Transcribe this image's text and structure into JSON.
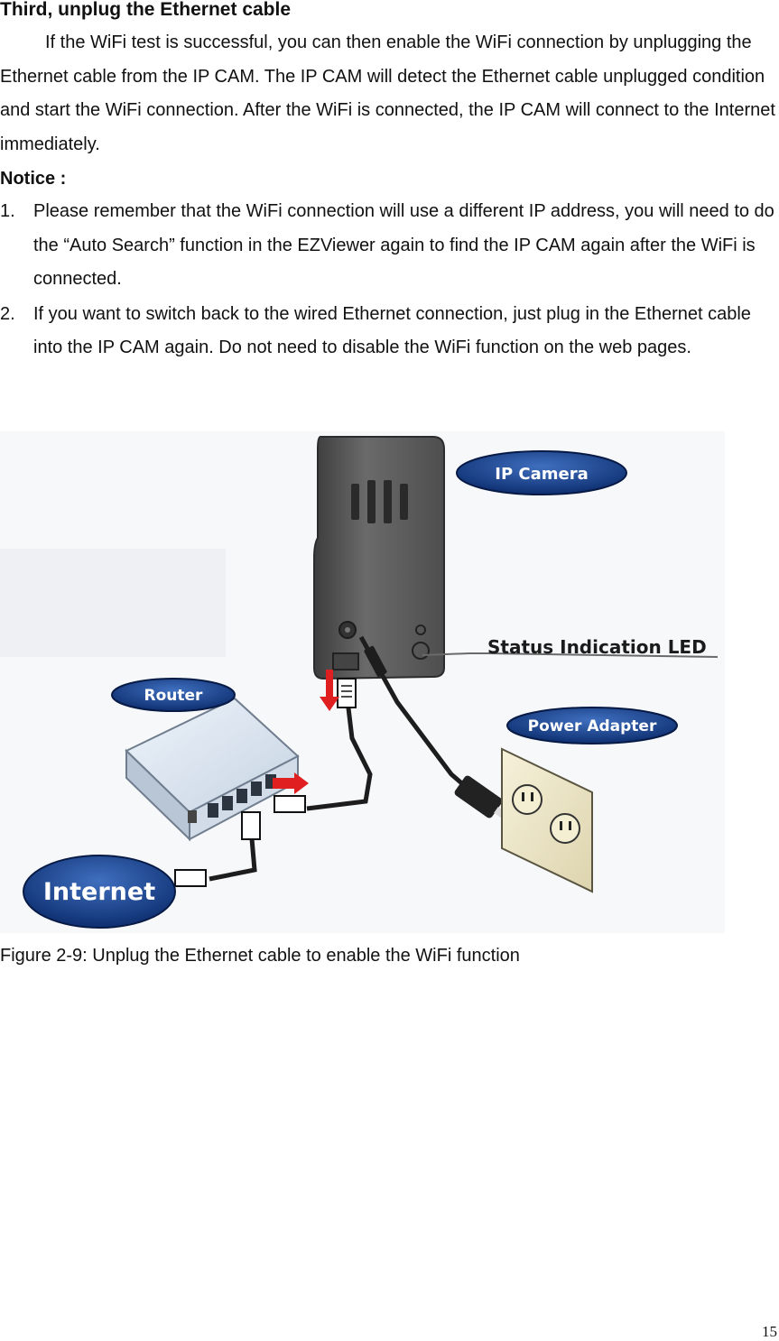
{
  "section_title": "Third, unplug the Ethernet cable",
  "intro_paragraph": "If the WiFi test is successful, you can then enable the WiFi connection by unplugging the Ethernet cable from the IP CAM. The IP CAM will detect the Ethernet cable unplugged condition and start the WiFi connection. After the WiFi is connected, the IP CAM will connect to the Internet immediately.",
  "notice_label": "Notice :",
  "notices": [
    {
      "number": "1.",
      "text": "Please remember that the WiFi connection will use a different IP address, you will need to do the “Auto Search” function in the EZViewer again to find the IP CAM again after the WiFi is connected."
    },
    {
      "number": "2.",
      "text": "If you want to switch back to the wired Ethernet connection, just plug in the Ethernet cable into the IP CAM again. Do not need to disable the WiFi function on the web pages."
    }
  ],
  "figure": {
    "labels": {
      "ip_camera": "IP Camera",
      "status_led": "Status Indication LED",
      "router": "Router",
      "power_adapter": "Power Adapter",
      "internet": "Internet"
    },
    "colors": {
      "badge_dark": "#0a2a6a",
      "badge_light": "#3f6fbf",
      "camera_body": "#5b5b5b",
      "arrow_red": "#e02020"
    }
  },
  "caption": "Figure 2-9: Unplug the Ethernet cable to enable the WiFi function",
  "page_number": "15"
}
